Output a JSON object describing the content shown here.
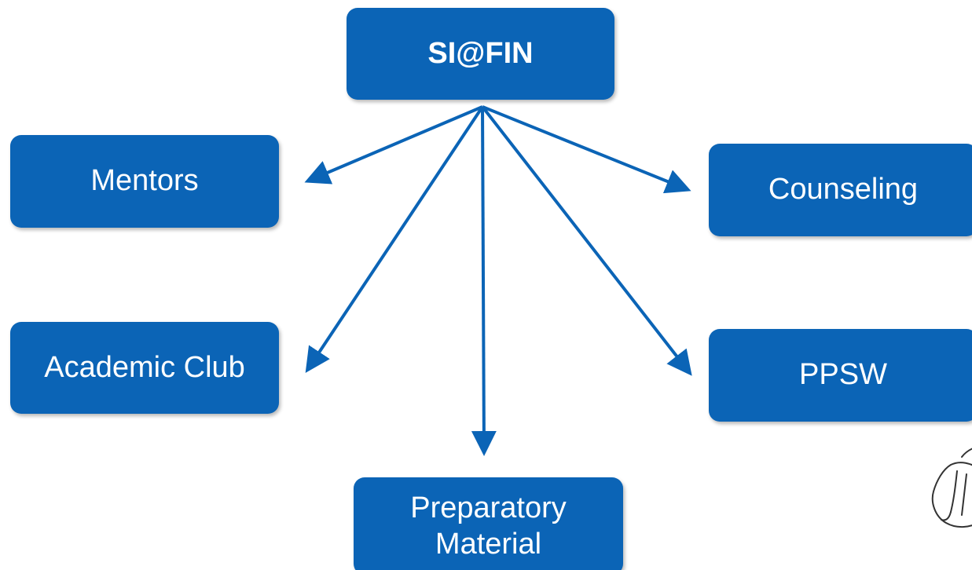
{
  "diagram": {
    "root": {
      "label": "SI@FIN"
    },
    "children": [
      {
        "id": "mentors",
        "label": "Mentors"
      },
      {
        "id": "counseling",
        "label": "Counseling"
      },
      {
        "id": "academic",
        "label": "Academic Club"
      },
      {
        "id": "ppsw",
        "label": "PPSW"
      },
      {
        "id": "prep",
        "label_line1": "Preparatory",
        "label_line2": "Material"
      }
    ],
    "colors": {
      "box": "#0b64b6",
      "arrow": "#0b64b6",
      "text": "#ffffff"
    }
  }
}
